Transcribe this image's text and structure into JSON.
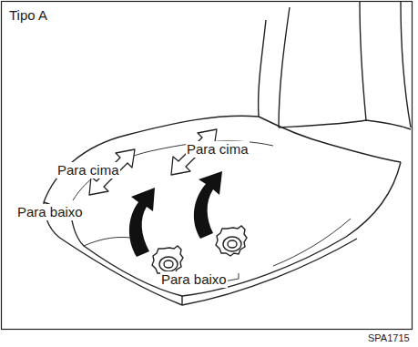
{
  "diagram": {
    "labels": [
      "Tipo A",
      "Para cima",
      "Para cima",
      "Para baixo",
      "Para baixo",
      "SPA1715"
    ]
  }
}
